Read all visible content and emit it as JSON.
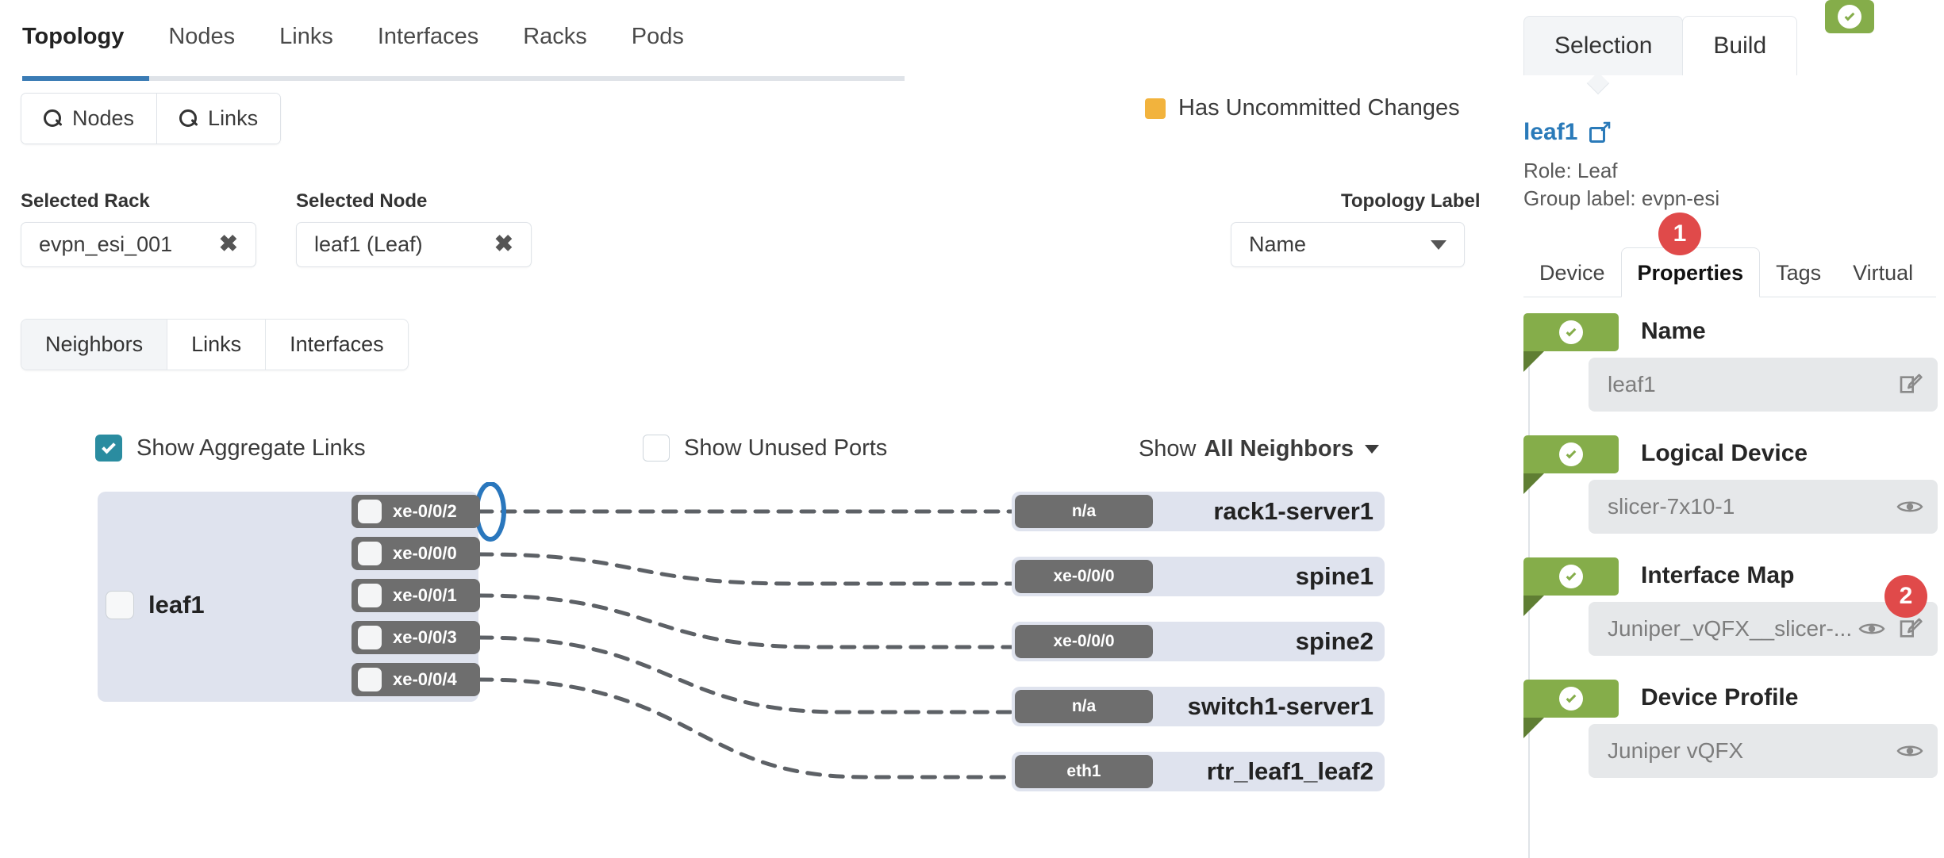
{
  "top_tabs": [
    {
      "label": "Topology",
      "active": true
    },
    {
      "label": "Nodes",
      "active": false
    },
    {
      "label": "Links",
      "active": false
    },
    {
      "label": "Interfaces",
      "active": false
    },
    {
      "label": "Racks",
      "active": false
    },
    {
      "label": "Pods",
      "active": false
    }
  ],
  "search_buttons": [
    {
      "label": "Nodes",
      "icon": "search-icon"
    },
    {
      "label": "Links",
      "icon": "search-icon"
    }
  ],
  "filters": {
    "rack_label": "Selected Rack",
    "rack_value": "evpn_esi_001",
    "node_label": "Selected Node",
    "node_value": "leaf1 (Leaf)",
    "clear_glyph": "✖"
  },
  "topology_label": {
    "label": "Topology Label",
    "value": "Name"
  },
  "legend": {
    "color": "#f2b33d",
    "text": "Has Uncommitted Changes"
  },
  "subtabs": [
    {
      "label": "Neighbors",
      "active": true
    },
    {
      "label": "Links",
      "active": false
    },
    {
      "label": "Interfaces",
      "active": false
    }
  ],
  "toggles": {
    "aggregate_links": {
      "label": "Show Aggregate Links",
      "checked": true
    },
    "unused_ports": {
      "label": "Show Unused Ports",
      "checked": false
    },
    "show_neighbors_prefix": "Show ",
    "show_neighbors_value": "All Neighbors"
  },
  "topology": {
    "source_node": "leaf1",
    "ports": [
      {
        "label": "xe-0/0/2",
        "highlighted": true
      },
      {
        "label": "xe-0/0/0",
        "highlighted": false
      },
      {
        "label": "xe-0/0/1",
        "highlighted": false
      },
      {
        "label": "xe-0/0/3",
        "highlighted": false
      },
      {
        "label": "xe-0/0/4",
        "highlighted": false
      }
    ],
    "neighbors": [
      {
        "port": "n/a",
        "name": "rack1-server1"
      },
      {
        "port": "xe-0/0/0",
        "name": "spine1"
      },
      {
        "port": "xe-0/0/0",
        "name": "spine2"
      },
      {
        "port": "n/a",
        "name": "switch1-server1"
      },
      {
        "port": "eth1",
        "name": "rtr_leaf1_leaf2"
      }
    ],
    "links": [
      {
        "from_port": "xe-0/0/2",
        "to_neighbor": "rack1-server1"
      },
      {
        "from_port": "xe-0/0/0",
        "to_neighbor": "spine1"
      },
      {
        "from_port": "xe-0/0/1",
        "to_neighbor": "spine2"
      },
      {
        "from_port": "xe-0/0/3",
        "to_neighbor": "switch1-server1"
      },
      {
        "from_port": "xe-0/0/4",
        "to_neighbor": "rtr_leaf1_leaf2"
      }
    ],
    "annotation_color": "#2a77bd"
  },
  "right_panel": {
    "tabs": [
      {
        "label": "Selection",
        "active": true
      },
      {
        "label": "Build",
        "active": false
      }
    ],
    "status_badge_icon": "check-circle-icon",
    "status_badge_color": "#85ad4a",
    "node_name": "leaf1",
    "role": "Role: Leaf",
    "group_label": "Group label: evpn-esi",
    "badge_1": "1",
    "badge_2": "2",
    "badge_color": "#e04a4a",
    "prop_tabs": [
      {
        "label": "Device",
        "active": false
      },
      {
        "label": "Properties",
        "active": true
      },
      {
        "label": "Tags",
        "active": false
      },
      {
        "label": "Virtual",
        "active": false
      }
    ],
    "properties": [
      {
        "label": "Name",
        "value": "leaf1",
        "eye": false,
        "pen": true
      },
      {
        "label": "Logical Device",
        "value": "slicer-7x10-1",
        "eye": true,
        "pen": false
      },
      {
        "label": "Interface Map",
        "value": "Juniper_vQFX__slicer-...",
        "eye": true,
        "pen": true
      },
      {
        "label": "Device Profile",
        "value": "Juniper vQFX",
        "eye": true,
        "pen": false
      }
    ]
  }
}
